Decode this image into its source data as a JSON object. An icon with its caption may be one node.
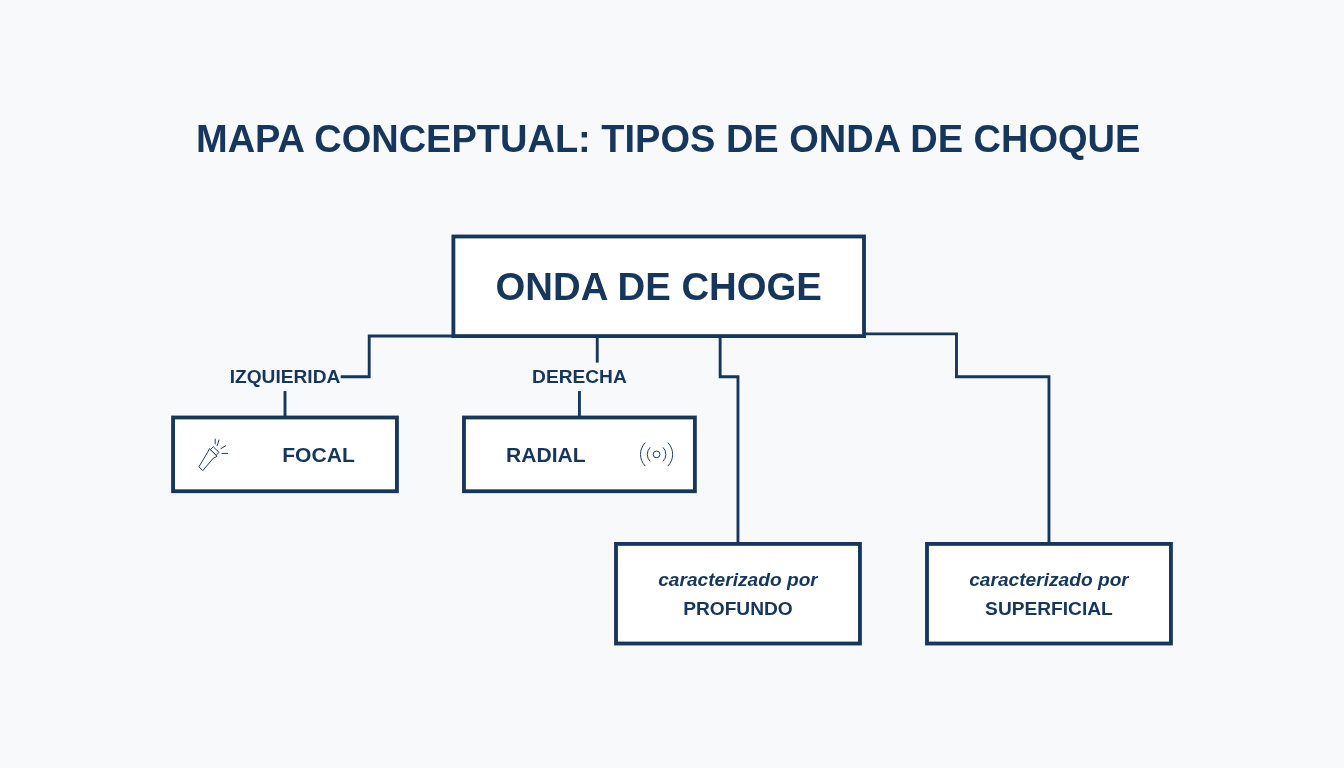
{
  "diagram": {
    "title": "MAPA CONCEPTUAL: TIPOS DE ONDA DE CHOQUE",
    "nodes": [
      {
        "text": [
          "ONDA DE CHOGE"
        ]
      },
      {
        "text": [
          "FOCAL"
        ]
      },
      {
        "text": [
          "RADIAL"
        ]
      },
      {
        "text": [
          "caracterizado por",
          "PROFUNDO"
        ]
      },
      {
        "text": [
          "caracterizado por",
          "SUPERFICIAL"
        ]
      }
    ],
    "edges": [
      {
        "from": 0,
        "to": 1,
        "arrow": "none",
        "label": "IZQUIERIDA"
      },
      {
        "from": 0,
        "to": 3,
        "arrow": "none"
      },
      {
        "from": 0,
        "to": 4,
        "arrow": "none"
      },
      {
        "from": 0,
        "to": 2,
        "arrow": "none",
        "label": "DERECHA"
      }
    ]
  }
}
